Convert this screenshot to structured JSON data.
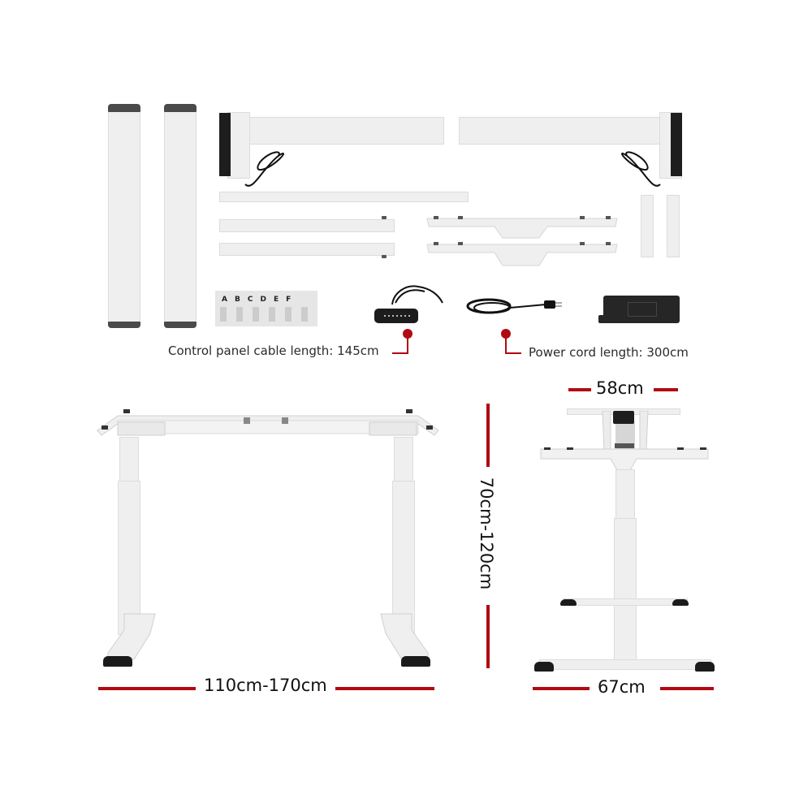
{
  "parts_panel": {
    "hardware_bag_letters": [
      "A",
      "B",
      "C",
      "D",
      "E",
      "F"
    ],
    "control_panel_label": "Control panel cable length: 145cm",
    "power_cord_label": "Power cord length: 300cm"
  },
  "front_view": {
    "width_label": "110cm-170cm"
  },
  "side_view": {
    "height_label": "70cm-120cm",
    "top_width_label": "58cm",
    "base_width_label": "67cm"
  },
  "colors": {
    "accent_red": "#b00b12",
    "frame_white": "#efefef",
    "dark_parts": "#1e1e1e"
  }
}
